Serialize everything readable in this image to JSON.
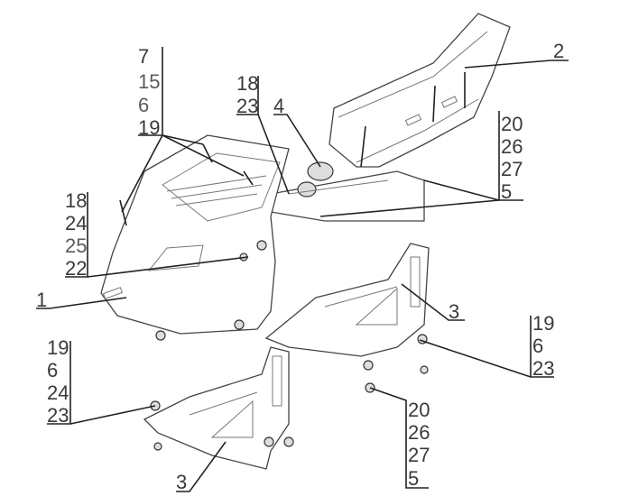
{
  "callouts": {
    "group_top_left": [
      "7",
      "15",
      "6",
      "19"
    ],
    "group_top_mid": [
      "18",
      "23"
    ],
    "part_4": "4",
    "part_2": "2",
    "group_right_upper": [
      "20",
      "26",
      "27",
      "5"
    ],
    "group_left_mid": [
      "18",
      "24",
      "25",
      "22"
    ],
    "part_1": "1",
    "part_3_right": "3",
    "group_right_lower": [
      "19",
      "6",
      "23"
    ],
    "group_left_lower": [
      "19",
      "6",
      "24",
      "23"
    ],
    "group_bottom_mid": [
      "20",
      "26",
      "27",
      "5"
    ],
    "part_3_bottom": "3"
  }
}
